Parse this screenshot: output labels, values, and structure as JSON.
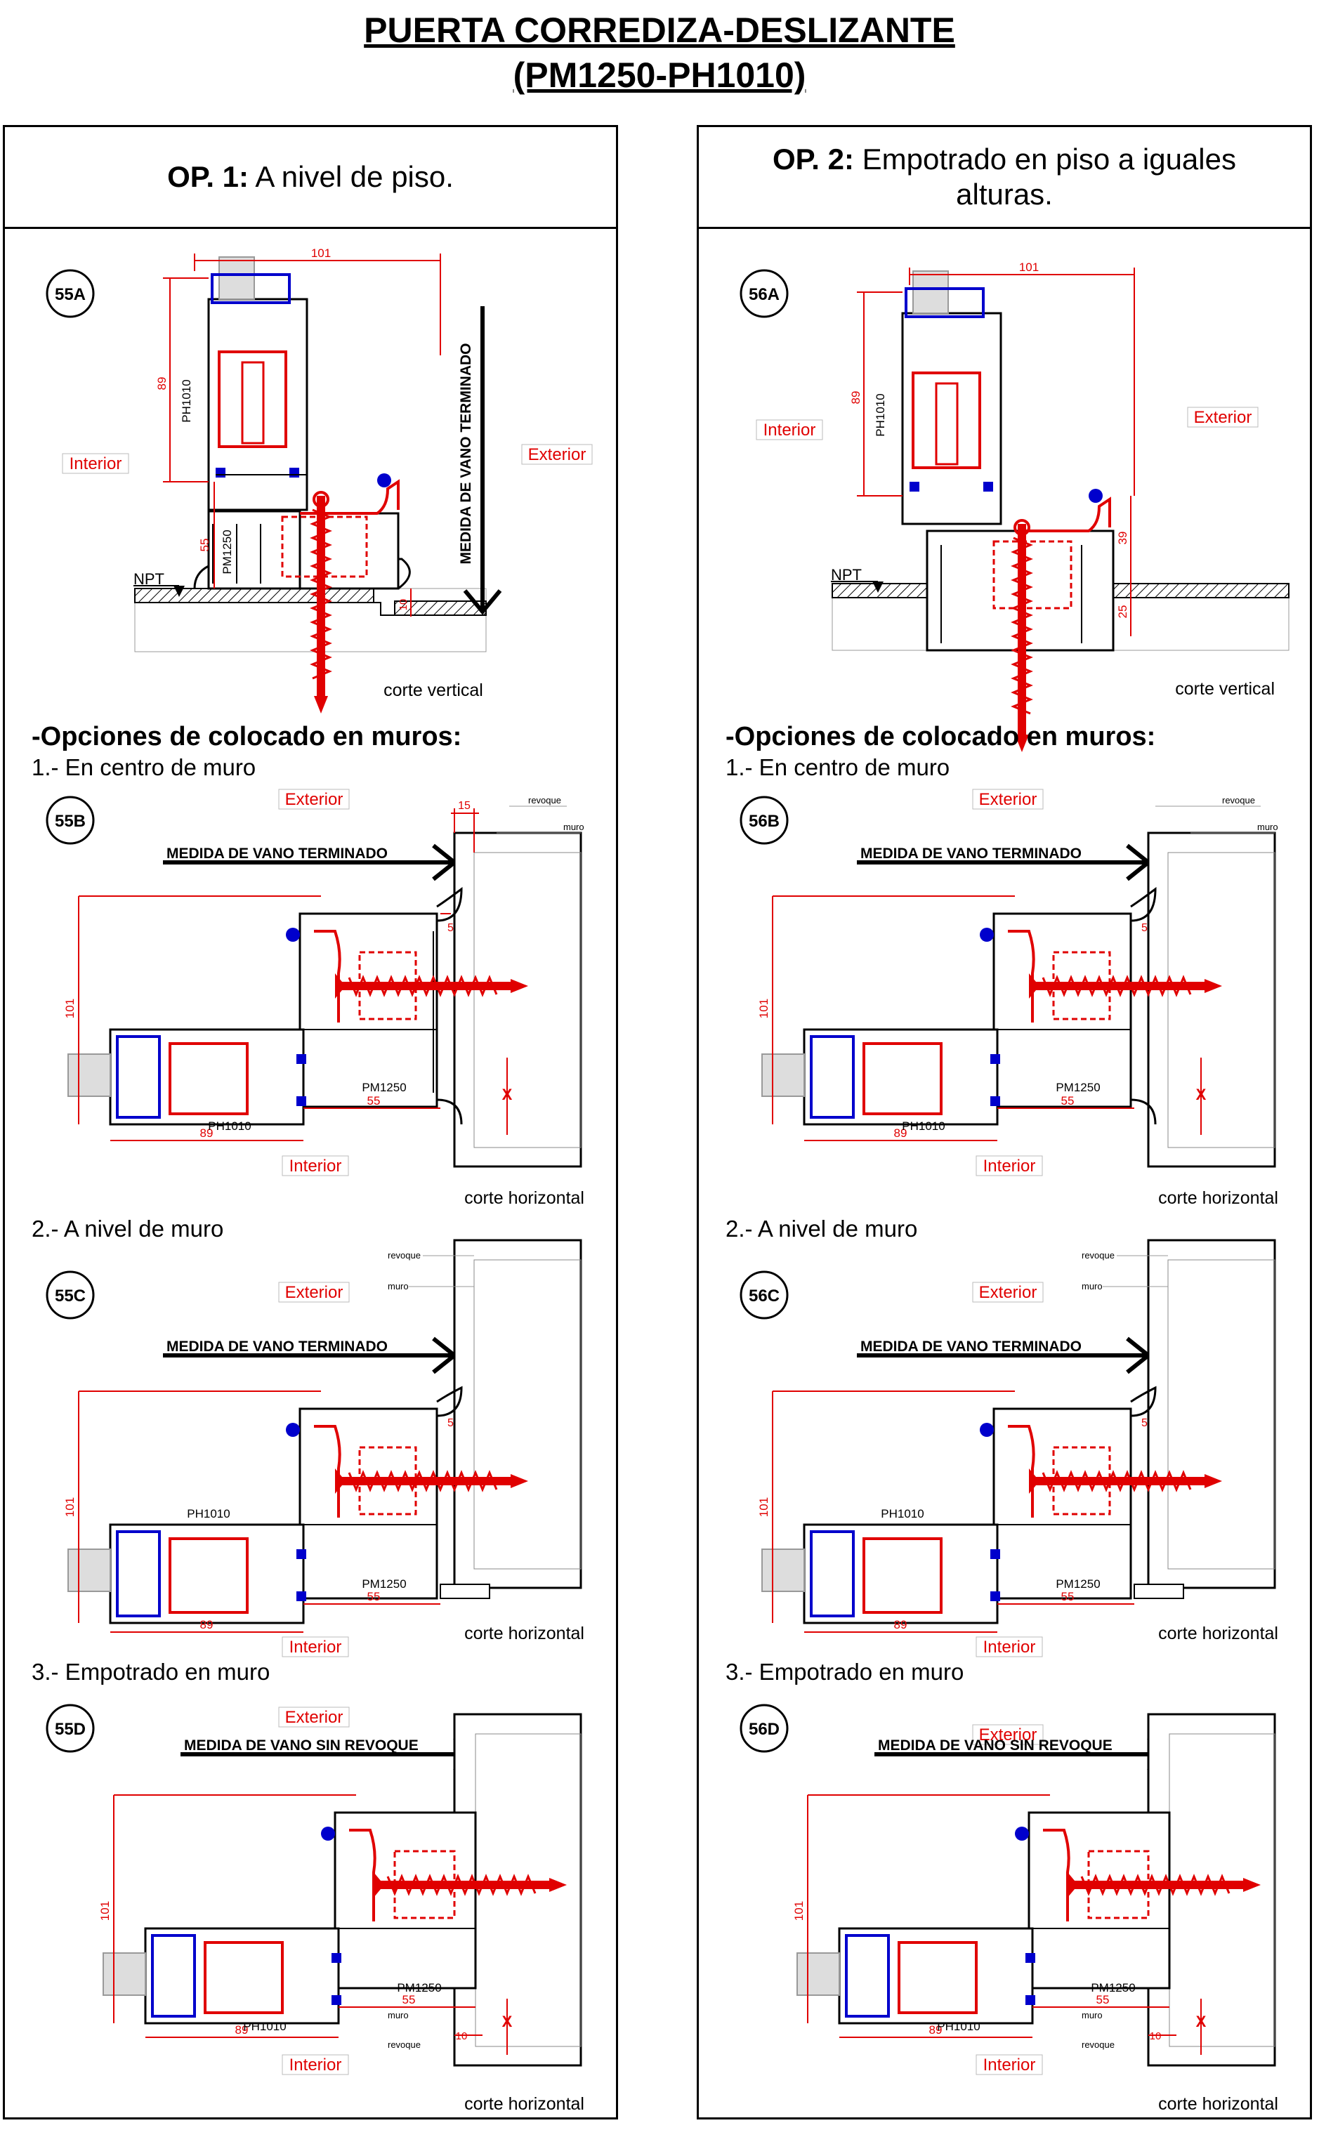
{
  "title": {
    "line1": "PUERTA CORREDIZA-DESLIZANTE",
    "line2": "(PM1250-PH1010)"
  },
  "panels": [
    {
      "op_label": "OP. 1:",
      "op_text": "A nivel de piso.",
      "vertical": {
        "badge": "55A",
        "interior": "Interior",
        "exterior": "Exterior",
        "npt": "NPT",
        "vano": "MEDIDA DE VANO TERMINADO",
        "cut": "corte vertical",
        "dim_top": "101",
        "dim_ph": "89",
        "dim_pm": "55",
        "dim_floor": "10",
        "lbl_ph": "PH1010",
        "lbl_pm": "PM1250"
      },
      "options_heading": "-Opciones de colocado en muros:",
      "options": [
        {
          "title": "1.- En centro de muro",
          "badge": "55B",
          "exterior": "Exterior",
          "interior": "Interior",
          "vano": "MEDIDA DE VANO TERMINADO",
          "cut": "corte horizontal",
          "revoque": "revoque",
          "muro": "muro",
          "d101": "101",
          "d89": "89",
          "d55": "55",
          "d5": "5",
          "d15": "15",
          "pm": "PM1250",
          "ph": "PH1010",
          "x": "X"
        },
        {
          "title": "2.- A nivel de muro",
          "badge": "55C",
          "exterior": "Exterior",
          "interior": "Interior",
          "vano": "MEDIDA DE VANO TERMINADO",
          "cut": "corte horizontal",
          "revoque": "revoque",
          "muro": "muro",
          "d101": "101",
          "d89": "89",
          "d55": "55",
          "d5": "5",
          "pm": "PM1250",
          "ph": "PH1010"
        },
        {
          "title": "3.- Empotrado en muro",
          "badge": "55D",
          "exterior": "Exterior",
          "interior": "Interior",
          "vano": "MEDIDA DE VANO SIN REVOQUE",
          "cut": "corte horizontal",
          "revoque": "revoque",
          "muro": "muro",
          "d101": "101",
          "d89": "89",
          "d55": "55",
          "d10": "10",
          "pm": "PM1250",
          "ph": "PH1010",
          "x": "X"
        }
      ]
    },
    {
      "op_label": "OP. 2:",
      "op_text": "Empotrado en piso a iguales alturas.",
      "vertical": {
        "badge": "56A",
        "interior": "Interior",
        "exterior": "Exterior",
        "npt": "NPT",
        "cut": "corte vertical",
        "dim_top": "101",
        "dim_ph": "89",
        "dim_39": "39",
        "dim_25": "25",
        "lbl_ph": "PH1010"
      },
      "options_heading": "-Opciones de colocado en muros:",
      "options": [
        {
          "title": "1.- En centro de muro",
          "badge": "56B",
          "exterior": "Exterior",
          "interior": "Interior",
          "vano": "MEDIDA DE VANO TERMINADO",
          "cut": "corte horizontal",
          "revoque": "revoque",
          "muro": "muro",
          "d101": "101",
          "d89": "89",
          "d55": "55",
          "d5": "5",
          "pm": "PM1250",
          "ph": "PH1010",
          "x": "X"
        },
        {
          "title": "2.- A nivel de muro",
          "badge": "56C",
          "exterior": "Exterior",
          "interior": "Interior",
          "vano": "MEDIDA DE VANO TERMINADO",
          "cut": "corte horizontal",
          "revoque": "revoque",
          "muro": "muro",
          "d101": "101",
          "d89": "89",
          "d55": "55",
          "d5": "5",
          "pm": "PM1250",
          "ph": "PH1010"
        },
        {
          "title": "3.- Empotrado en muro",
          "badge": "56D",
          "exterior": "Exterior",
          "interior": "Interior",
          "vano": "MEDIDA DE VANO SIN REVOQUE",
          "cut": "corte horizontal",
          "revoque": "revoque",
          "muro": "muro",
          "d101": "101",
          "d89": "89",
          "d55": "55",
          "d10": "10",
          "pm": "PM1250",
          "ph": "PH1010",
          "x": "X"
        }
      ]
    }
  ],
  "colors": {
    "dimension": "#e00000",
    "label_red": "#e00000",
    "seal_blue": "#0000cc",
    "profile": "#000000"
  }
}
